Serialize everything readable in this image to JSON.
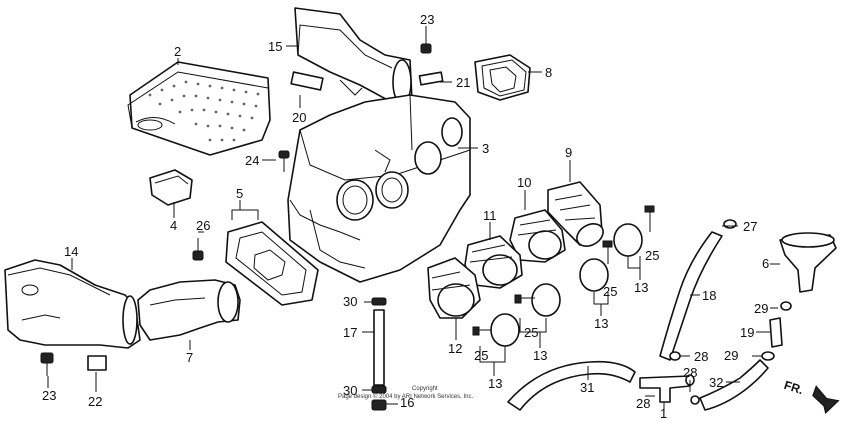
{
  "labels": {
    "l23a": "23",
    "l15": "15",
    "l2": "2",
    "l8": "8",
    "l21": "21",
    "l20": "20",
    "l3": "3",
    "l24": "24",
    "l9": "9",
    "l10": "10",
    "l5": "5",
    "l4": "4",
    "l11": "11",
    "l26": "26",
    "l27": "27",
    "l14": "14",
    "l25a": "25",
    "l13a": "13",
    "l6": "6",
    "l25b": "25",
    "l18": "18",
    "l30a": "30",
    "l13b": "13",
    "l29a": "29",
    "l17": "17",
    "l25c": "25",
    "l12": "12",
    "l19": "19",
    "l7": "7",
    "l25d": "25",
    "l13c": "13",
    "l28a": "28",
    "l29b": "29",
    "l23b": "23",
    "l31": "31",
    "l28b": "28",
    "l32": "32",
    "l30b": "30",
    "l16": "16",
    "l22": "22",
    "l28c": "28",
    "l1": "1"
  },
  "copyright": {
    "line1": "Copyright",
    "line2": "Page design © 2004 by ARI Network Services, Inc."
  },
  "direction": {
    "label": "FR."
  }
}
